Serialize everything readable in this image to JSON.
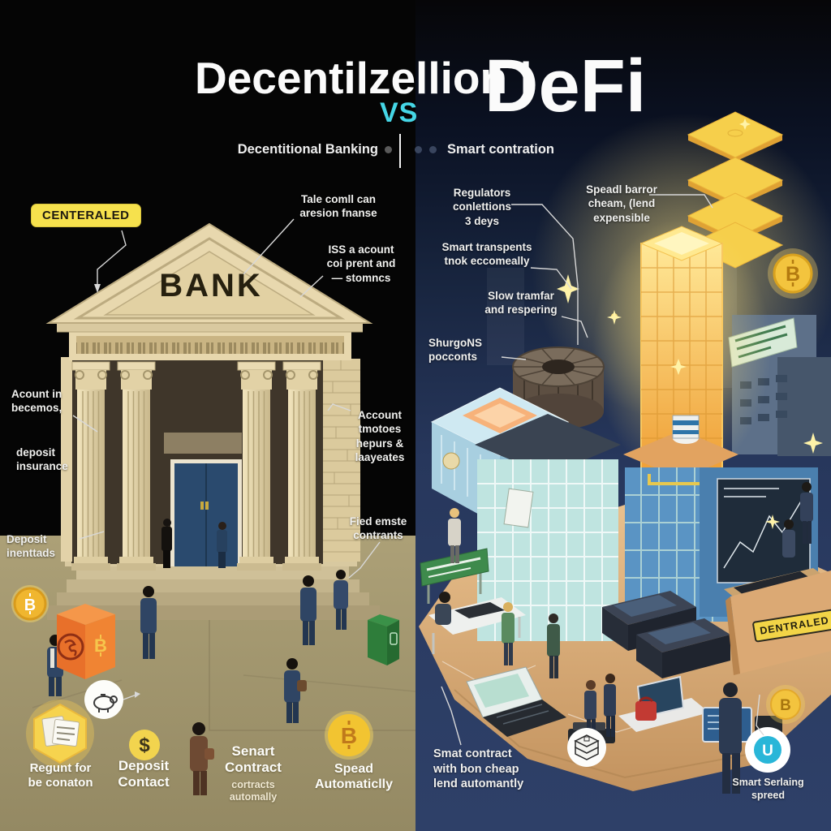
{
  "header": {
    "title_main": "Decentilzellion |",
    "title_defi": "DeFi",
    "vs_label": "VS",
    "subtitle_left": "Decentitional Banking",
    "subtitle_right": "Smart contration"
  },
  "left_panel": {
    "section_tag": "CENTERALED",
    "bank_sign": "BANK",
    "annotations": {
      "tale": "Tale comll can\naresion fnanse",
      "iss": "ISS a acount\ncoi prent and\n— stomncs",
      "acount_in": "Acount in\nbecemos,",
      "deposit_insurance": "deposit\ninsurance",
      "deposit_inenttads": "Deposit\ninenttads",
      "account_tmotoes": "Account\ntmotoes\nhepurs &\nlaayeates",
      "fied_emste": "Fied emste\ncontrants"
    },
    "footer": {
      "regunt": "Regunt for\nbe conaton",
      "deposit_contact": "Deposit\nContact",
      "senart_title": "Senart\nContract",
      "senart_sub": "cortracts\nautomally",
      "spead": "Spead\nAutomaticlly"
    }
  },
  "right_panel": {
    "annotations": {
      "regulators": "Regulators\nconlettions\n3 deys",
      "speadl": "Speadl barror\ncheam, (lend\nexpensible",
      "smart_transpents": "Smart transpents\ntnok eccomeally",
      "slow_tramfar": "Slow tramfar\nand respering",
      "shurgons": "ShurgoNS\npocconts",
      "smat_contract": "Smat contract\nwith bon cheap\nlend automantly",
      "smart_serlaing": "Smart Serlaing\nspreed"
    },
    "sign_label": "DENTRALED"
  },
  "icons": {
    "bitcoin_glyph": "B",
    "dollar_glyph": "$",
    "u_token_glyph": "U"
  },
  "colors": {
    "vs_accent": "#45d6e6",
    "tag_yellow": "#f6e14d",
    "bitcoin_gold": "#f3c43e",
    "navy_background": "#2b3c63",
    "plaza_tan": "#d8ab79",
    "left_ground": "#a59a76",
    "bank_cream": "#e8d8ae"
  }
}
